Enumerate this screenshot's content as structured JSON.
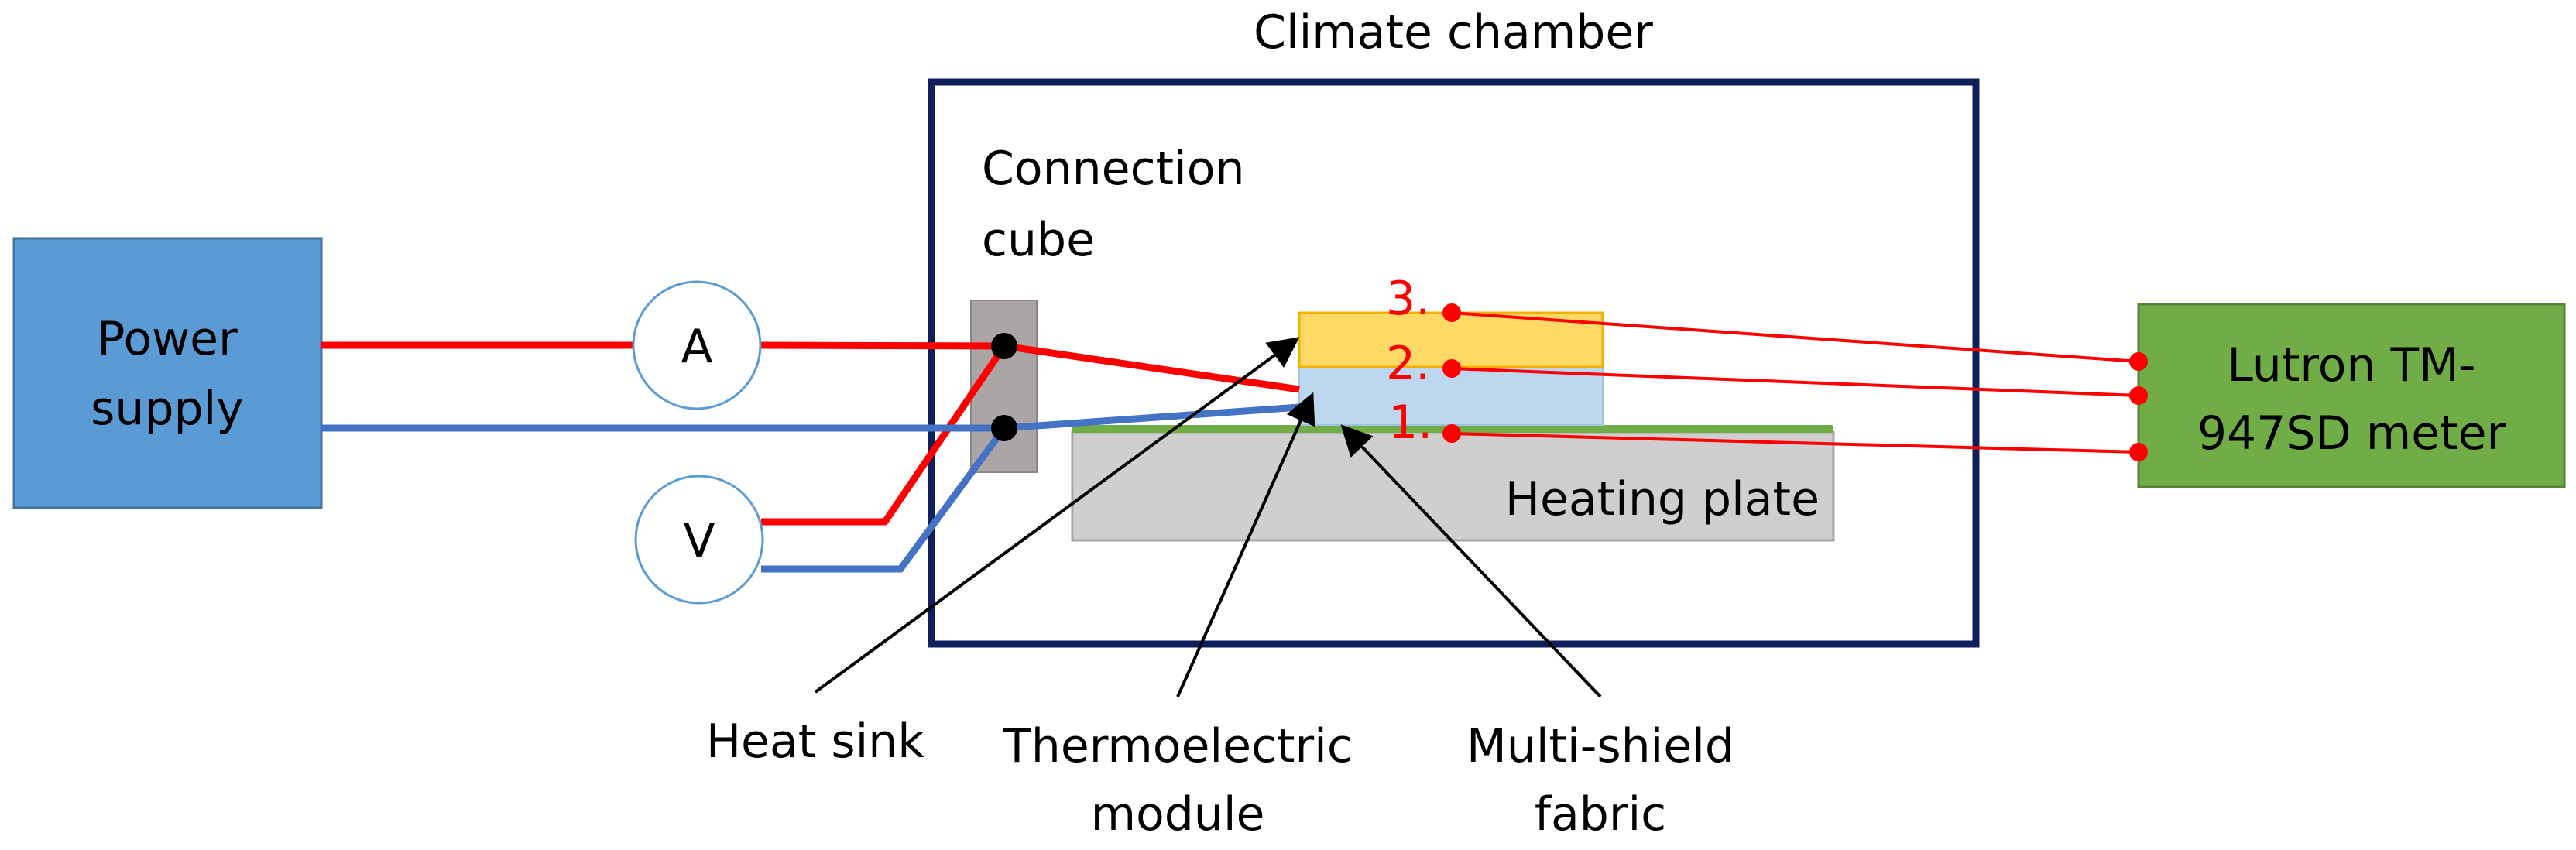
{
  "labels": {
    "climate_chamber": "Climate chamber",
    "connection_cube_line1": "Connection",
    "connection_cube_line2": "cube",
    "power_supply_line1": "Power",
    "power_supply_line2": "supply",
    "ammeter": "A",
    "voltmeter": "V",
    "meter_line1": "Lutron TM-",
    "meter_line2": "947SD meter",
    "heating_plate": "Heating plate",
    "heat_sink": "Heat sink",
    "thermoelectric_line1": "Thermoelectric",
    "thermoelectric_line2": "module",
    "fabric_line1": "Multi-shield",
    "fabric_line2": "fabric",
    "probe_3": "3.",
    "probe_2": "2.",
    "probe_1": "1."
  },
  "colors": {
    "chamber_border": "#0f1f5c",
    "power_supply_fill": "#5b9bd5",
    "power_supply_border": "#41719c",
    "meter_fill": "#70ad47",
    "meter_border": "#548235",
    "heating_plate_fill": "#d0cece",
    "heating_plate_border": "#a6a6a6",
    "fabric_layer": "#70ad47",
    "thermoelectric_fill": "#bdd7ee",
    "heat_sink_fill": "#ffd966",
    "heat_sink_border": "#f4b000",
    "cube_fill": "#aca5a5",
    "positive_wire": "#ff0000",
    "negative_wire": "#4472c4",
    "probe_color": "#ff0000",
    "meter_circle_border": "#5b9bd5"
  }
}
